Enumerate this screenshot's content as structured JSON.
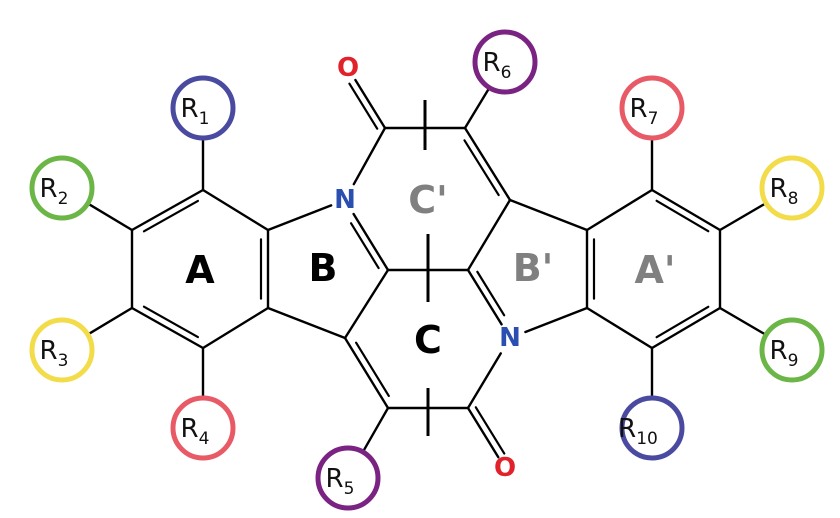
{
  "colors": {
    "blue": "#4a4ba0",
    "green": "#6bb646",
    "yellow": "#f2dc4a",
    "red": "#e85a66",
    "purple": "#7a2382",
    "nitrogen": "#2a4fb0",
    "oxygen": "#e2222a",
    "primed_ring": "#808080",
    "unprimed_ring": "#000000"
  },
  "rings": [
    {
      "id": "ring-a",
      "label": "A",
      "primed": false
    },
    {
      "id": "ring-b",
      "label": "B",
      "primed": false
    },
    {
      "id": "ring-c",
      "label": "C",
      "primed": false
    },
    {
      "id": "ring-c-prime",
      "label": "C'",
      "primed": true
    },
    {
      "id": "ring-b-prime",
      "label": "B'",
      "primed": true
    },
    {
      "id": "ring-a-prime",
      "label": "A'",
      "primed": true
    }
  ],
  "atoms": [
    {
      "id": "nitrogen-top",
      "label": "N",
      "element": "nitrogen"
    },
    {
      "id": "nitrogen-bottom",
      "label": "N",
      "element": "nitrogen"
    },
    {
      "id": "oxygen-top",
      "label": "O",
      "element": "oxygen"
    },
    {
      "id": "oxygen-bottom",
      "label": "O",
      "element": "oxygen"
    }
  ],
  "substituents": [
    {
      "id": "r1",
      "base": "R",
      "sub": "1",
      "color": "blue"
    },
    {
      "id": "r2",
      "base": "R",
      "sub": "2",
      "color": "green"
    },
    {
      "id": "r3",
      "base": "R",
      "sub": "3",
      "color": "yellow"
    },
    {
      "id": "r4",
      "base": "R",
      "sub": "4",
      "color": "red"
    },
    {
      "id": "r5",
      "base": "R",
      "sub": "5",
      "color": "purple"
    },
    {
      "id": "r6",
      "base": "R",
      "sub": "6",
      "color": "purple"
    },
    {
      "id": "r7",
      "base": "R",
      "sub": "7",
      "color": "red"
    },
    {
      "id": "r8",
      "base": "R",
      "sub": "8",
      "color": "yellow"
    },
    {
      "id": "r9",
      "base": "R",
      "sub": "9",
      "color": "green"
    },
    {
      "id": "r10",
      "base": "R",
      "sub": "10",
      "color": "blue"
    }
  ]
}
